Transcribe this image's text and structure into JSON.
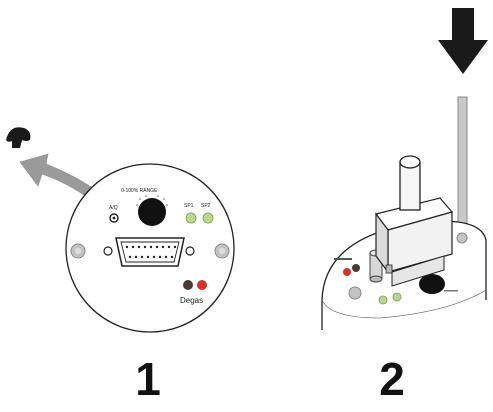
{
  "step1": {
    "number": "1",
    "label_ac": "A/Q",
    "label_range": "0-100% RANGE",
    "label_sp1": "SP1",
    "label_sp2": "SP2",
    "label_degas": "Degas"
  },
  "step2": {
    "number": "2"
  },
  "colors": {
    "outline": "#222222",
    "led_green": "#b8d98c",
    "led_red": "#d9302a",
    "led_dark": "#4a3a36",
    "arrow_gray": "#9a9a9a",
    "arrow_black": "#1a1a1a",
    "screw_gray": "#bdbdbd"
  },
  "icons": {
    "removed_cap": "cap-icon",
    "lift_arrow": "curved-arrow-icon",
    "press_arrow": "down-arrow-icon"
  }
}
